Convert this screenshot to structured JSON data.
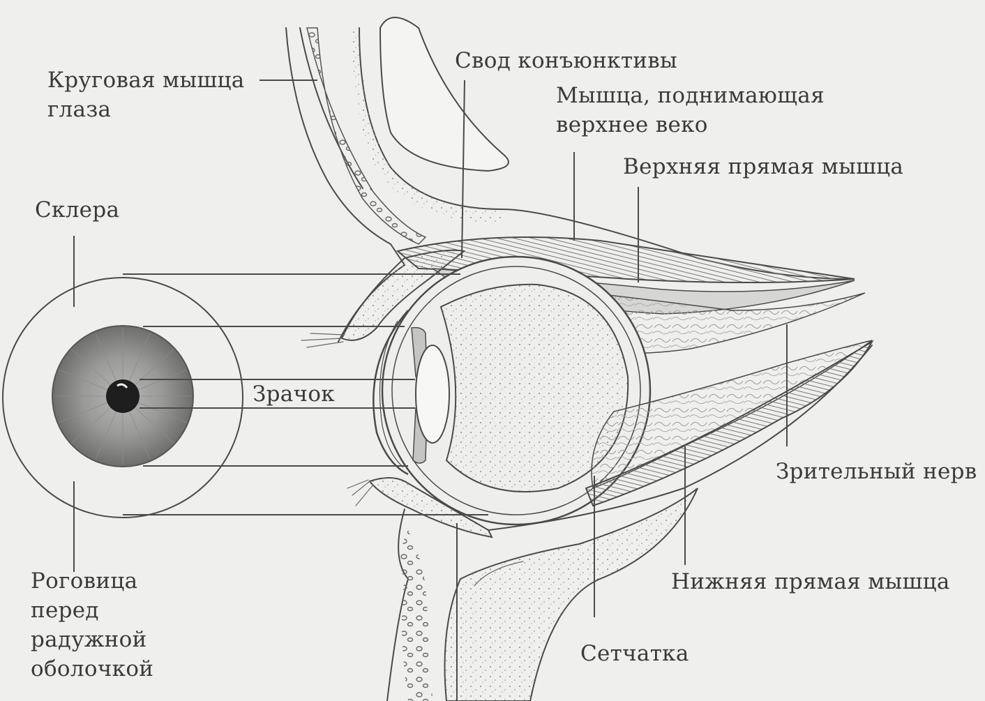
{
  "labels": {
    "orbicularis": [
      "Круговая мышца",
      "глаза"
    ],
    "fornix": "Свод конъюнктивы",
    "levator": [
      "Мышца, поднимающая",
      "верхнее веко"
    ],
    "superior_rectus": "Верхняя прямая мышца",
    "sclera": "Склера",
    "pupil": "Зрачок",
    "optic_nerve": "Зрительный нерв",
    "cornea": [
      "Роговица",
      "перед",
      "радужной",
      "оболочкой"
    ],
    "inferior_rectus": "Нижняя прямая мышца",
    "retina": "Сетчатка"
  },
  "colors": {
    "background": "#efefed",
    "ink": "#4a4a4a",
    "iris": "#8a8a88",
    "pupil": "#1e1e1e",
    "muscle": "#bdbdbb"
  }
}
